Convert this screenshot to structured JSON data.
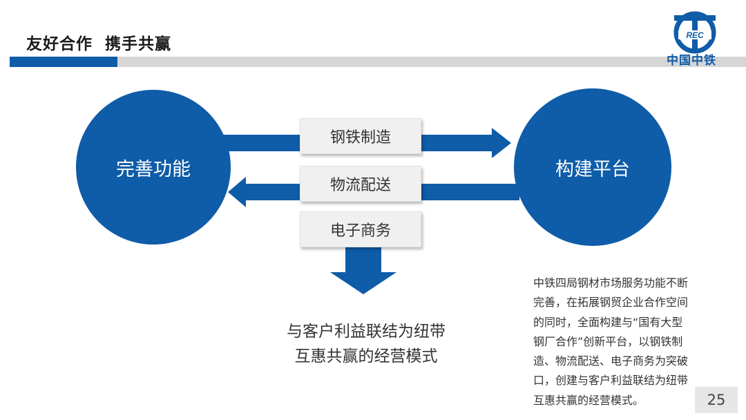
{
  "header": {
    "title": "友好合作  携手共赢"
  },
  "logo": {
    "emblem_text": "REC",
    "company_name": "中国中铁"
  },
  "diagram": {
    "left_circle": "完善功能",
    "right_circle": "构建平台",
    "boxes": [
      "钢铁制造",
      "物流配送",
      "电子商务"
    ],
    "center_lines": [
      "与客户利益联结为纽带",
      "互惠共赢的经营模式"
    ]
  },
  "description": {
    "lines": [
      "中铁四局钢材市场服务功能不断",
      "完善，在拓展钢贸企业合作空间",
      "的同时，全面构建与“国有大型",
      "钢厂合作”创新平台，以钢铁制",
      "造、物流配送、电子商务为突破",
      "口，创建与客户利益联结为纽带",
      "互惠共赢的经营模式。"
    ]
  },
  "page": {
    "number": "25"
  },
  "colors": {
    "primary_blue": "#0f5ca8",
    "bar_gray": "#d6d6d6",
    "box_fill": "#f0f0f0"
  }
}
